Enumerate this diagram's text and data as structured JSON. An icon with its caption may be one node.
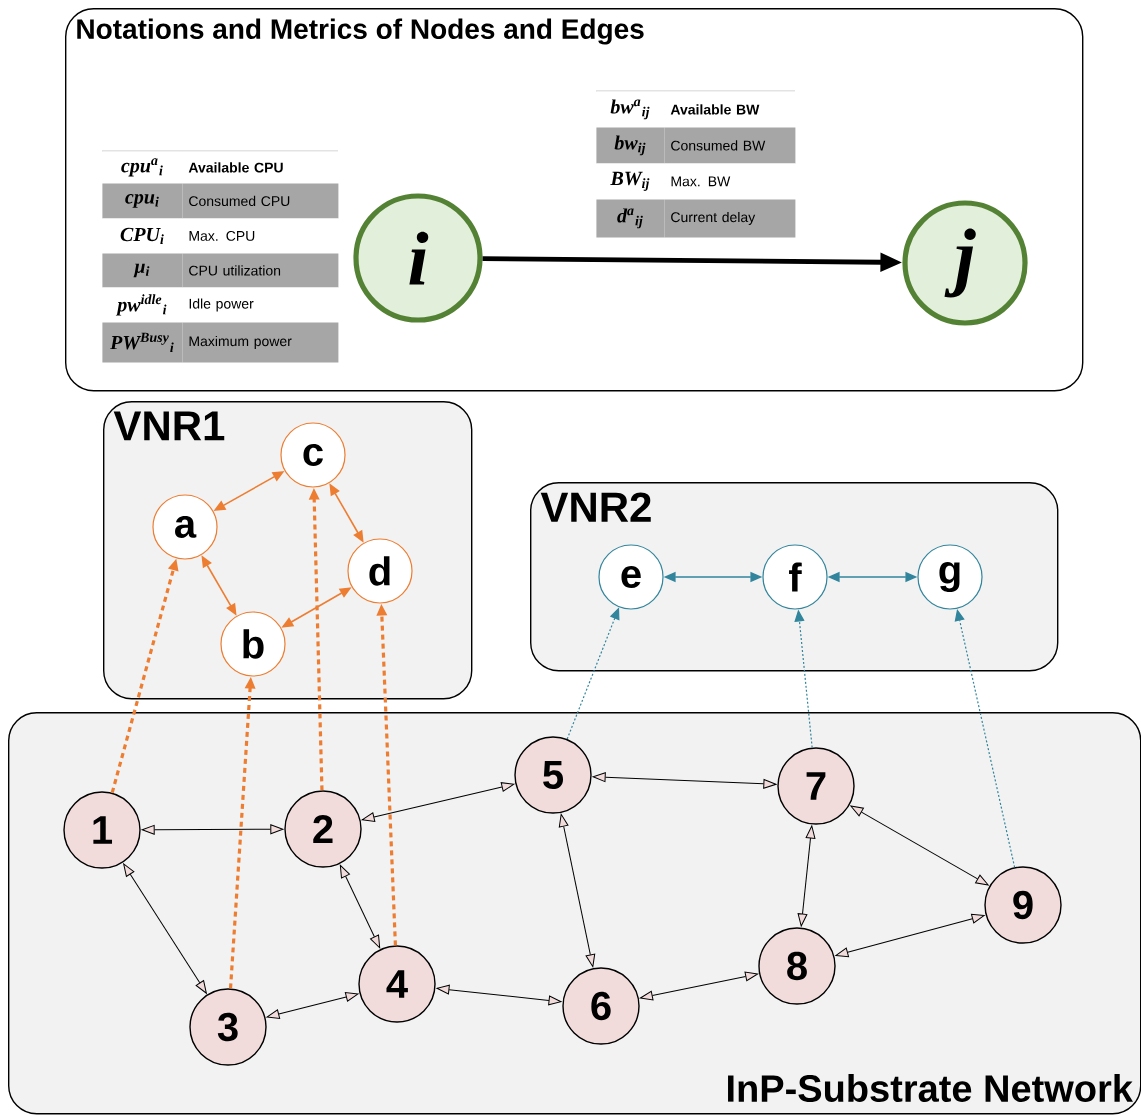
{
  "diagram": {
    "nodes": [
      {
        "text": [
          "Notations and Metrics of Nodes and Edges"
        ]
      },
      {
        "text": [
          "i"
        ],
        "in": 0
      },
      {
        "text": [
          "j"
        ],
        "in": 0
      },
      {
        "text": [
          "VNR1"
        ]
      },
      {
        "text": [
          "a"
        ],
        "in": 3
      },
      {
        "text": [
          "b"
        ],
        "in": 3
      },
      {
        "text": [
          "c"
        ],
        "in": 3
      },
      {
        "text": [
          "d"
        ],
        "in": 3
      },
      {
        "text": [
          "VNR2"
        ]
      },
      {
        "text": [
          "e"
        ],
        "in": 8
      },
      {
        "text": [
          "f"
        ],
        "in": 8
      },
      {
        "text": [
          "g"
        ],
        "in": 8
      },
      {
        "text": [
          "InP-Substrate Network"
        ]
      },
      {
        "text": [
          "1"
        ],
        "in": 12
      },
      {
        "text": [
          "2"
        ],
        "in": 12
      },
      {
        "text": [
          "3"
        ],
        "in": 12
      },
      {
        "text": [
          "4"
        ],
        "in": 12
      },
      {
        "text": [
          "5"
        ],
        "in": 12
      },
      {
        "text": [
          "6"
        ],
        "in": 12
      },
      {
        "text": [
          "7"
        ],
        "in": 12
      },
      {
        "text": [
          "8"
        ],
        "in": 12
      },
      {
        "text": [
          "9"
        ],
        "in": 12
      }
    ],
    "edges": [
      {
        "from": 1,
        "to": 2,
        "arrow": "to",
        "style": "thick"
      },
      {
        "from": 4,
        "to": 6,
        "arrow": "both",
        "color": "#ed7d31"
      },
      {
        "from": 6,
        "to": 7,
        "arrow": "both",
        "color": "#ed7d31"
      },
      {
        "from": 4,
        "to": 5,
        "arrow": "both",
        "color": "#ed7d31"
      },
      {
        "from": 5,
        "to": 7,
        "arrow": "both",
        "color": "#ed7d31"
      },
      {
        "from": 9,
        "to": 10,
        "arrow": "both",
        "color": "#31859c"
      },
      {
        "from": 10,
        "to": 11,
        "arrow": "both",
        "color": "#31859c"
      },
      {
        "from": 13,
        "to": 4,
        "arrow": "to",
        "style": "dashed",
        "color": "#ed7d31"
      },
      {
        "from": 15,
        "to": 5,
        "arrow": "to",
        "style": "dashed",
        "color": "#ed7d31"
      },
      {
        "from": 14,
        "to": 6,
        "arrow": "to",
        "style": "dashed",
        "color": "#ed7d31"
      },
      {
        "from": 16,
        "to": 7,
        "arrow": "to",
        "style": "dashed",
        "color": "#ed7d31"
      },
      {
        "from": 17,
        "to": 9,
        "arrow": "to",
        "style": "dashed",
        "color": "#31859c"
      },
      {
        "from": 19,
        "to": 10,
        "arrow": "to",
        "style": "dashed",
        "color": "#31859c"
      },
      {
        "from": 21,
        "to": 11,
        "arrow": "to",
        "style": "dashed",
        "color": "#31859c"
      },
      {
        "from": 13,
        "to": 14,
        "arrow": "both"
      },
      {
        "from": 13,
        "to": 15,
        "arrow": "both"
      },
      {
        "from": 14,
        "to": 17,
        "arrow": "both"
      },
      {
        "from": 14,
        "to": 16,
        "arrow": "both"
      },
      {
        "from": 15,
        "to": 16,
        "arrow": "both"
      },
      {
        "from": 16,
        "to": 18,
        "arrow": "both"
      },
      {
        "from": 17,
        "to": 19,
        "arrow": "both"
      },
      {
        "from": 17,
        "to": 18,
        "arrow": "both"
      },
      {
        "from": 19,
        "to": 20,
        "arrow": "both"
      },
      {
        "from": 19,
        "to": 21,
        "arrow": "both"
      },
      {
        "from": 18,
        "to": 20,
        "arrow": "both"
      },
      {
        "from": 20,
        "to": 21,
        "arrow": "both"
      }
    ],
    "labels": [
      "bw$^{a}$$_{ij}$",
      "Available BW",
      "bw$_{ij}$",
      "Consumed BW",
      "BW$_{ij}$",
      "Max. BW",
      "d$^{a}$$_{ij}$",
      "Current delay",
      "cpu$^{a}$$_{i}$",
      "Available CPU",
      "cpu$_{i}$",
      "Consumed CPU",
      "CPU$_{i}$",
      "Max. CPU",
      "μ$_{i}$",
      "CPU utilization",
      "pw$^{idle}$$_{i}$",
      "Idle power",
      "PW$^{Busy}$$_{i}$",
      "Maximum power"
    ]
  }
}
